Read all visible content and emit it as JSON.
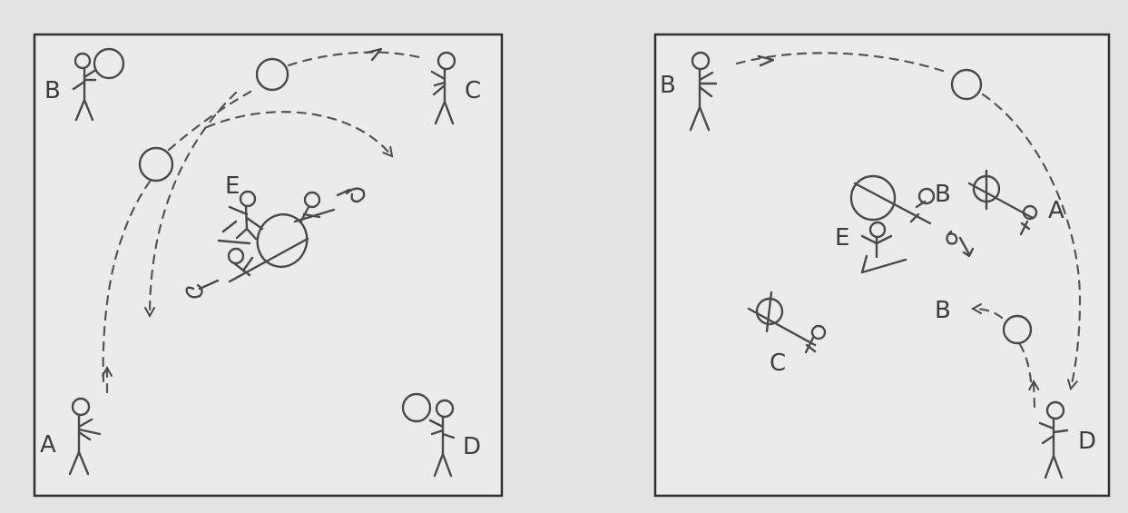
{
  "panels": [
    {
      "id": "left",
      "labels": {
        "a": "A",
        "b": "B",
        "c": "C",
        "d": "D",
        "e": "E"
      }
    },
    {
      "id": "right",
      "labels": {
        "a": "A",
        "b": "B",
        "b_center": "B",
        "b_move": "B",
        "c": "C",
        "d": "D",
        "e": "E"
      }
    }
  ]
}
